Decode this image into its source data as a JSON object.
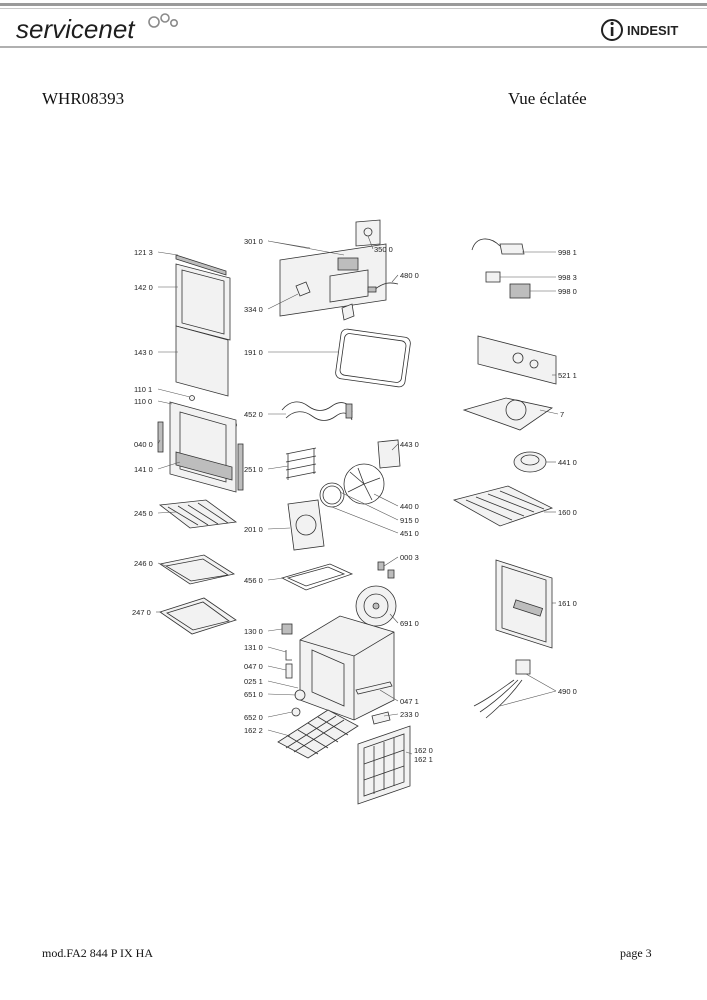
{
  "header": {
    "brand_left": "servicenet",
    "brand_right": "INDESIT"
  },
  "document": {
    "model_code": "WHR08393",
    "view_title": "Vue éclatée"
  },
  "footer": {
    "model": "mod.FA2 844 P IX HA",
    "page": "page 3"
  },
  "parts": [
    "121 3",
    "142 0",
    "143 0",
    "110 1",
    "110 0",
    "040 0",
    "141 0",
    "245 0",
    "246 0",
    "247 0",
    "301 0",
    "350 0",
    "480 0",
    "334 0",
    "191 0",
    "452 0",
    "443 0",
    "251 0",
    "440 0",
    "915 0",
    "451 0",
    "201 0",
    "000 3",
    "456 0",
    "691 0",
    "130 0",
    "131 0",
    "047 0",
    "025 1",
    "651 0",
    "047 1",
    "233 0",
    "652 0",
    "162 2",
    "162 0",
    "162 1",
    "998 1",
    "998 3",
    "998 0",
    "521 1",
    "7",
    "441 0",
    "160 0",
    "161 0",
    "490 0"
  ]
}
